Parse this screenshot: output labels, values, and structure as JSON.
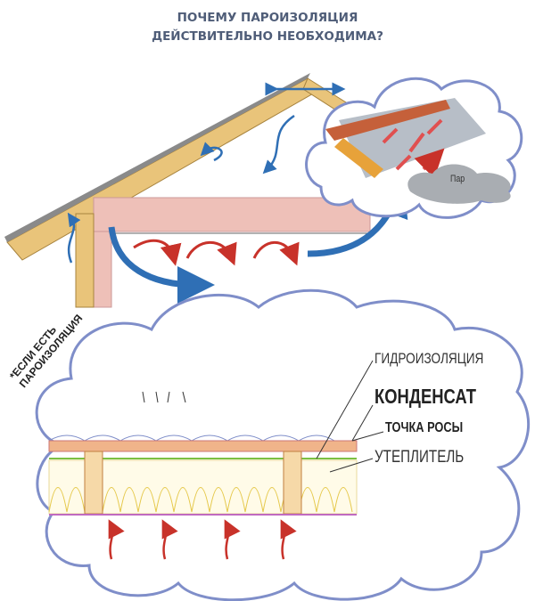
{
  "title": {
    "line1": "ПОЧЕМУ ПАРОИЗОЛЯЦИЯ",
    "line2": "ДЕЙСТВИТЕЛЬНО НЕОБХОДИМА?"
  },
  "steam_label": "Пар",
  "note": {
    "line1": "*ЕСЛИ ЕСТЬ",
    "line2": "ПАРОИЗОЛЯЦИЯ"
  },
  "labels": {
    "waterproofing": "ГИДРОИЗОЛЯЦИЯ",
    "condensate": "КОНДЕНСАТ",
    "dew_point": "ТОЧКА РОСЫ",
    "insulation": "УТЕПЛИТЕЛЬ"
  },
  "colors": {
    "cloud": "#7f8ec9",
    "arrow_red": "#c8322a",
    "arrow_blue": "#2f6fb5",
    "insulation_pink": "#eec0b8",
    "wood": "#e9c47a"
  }
}
